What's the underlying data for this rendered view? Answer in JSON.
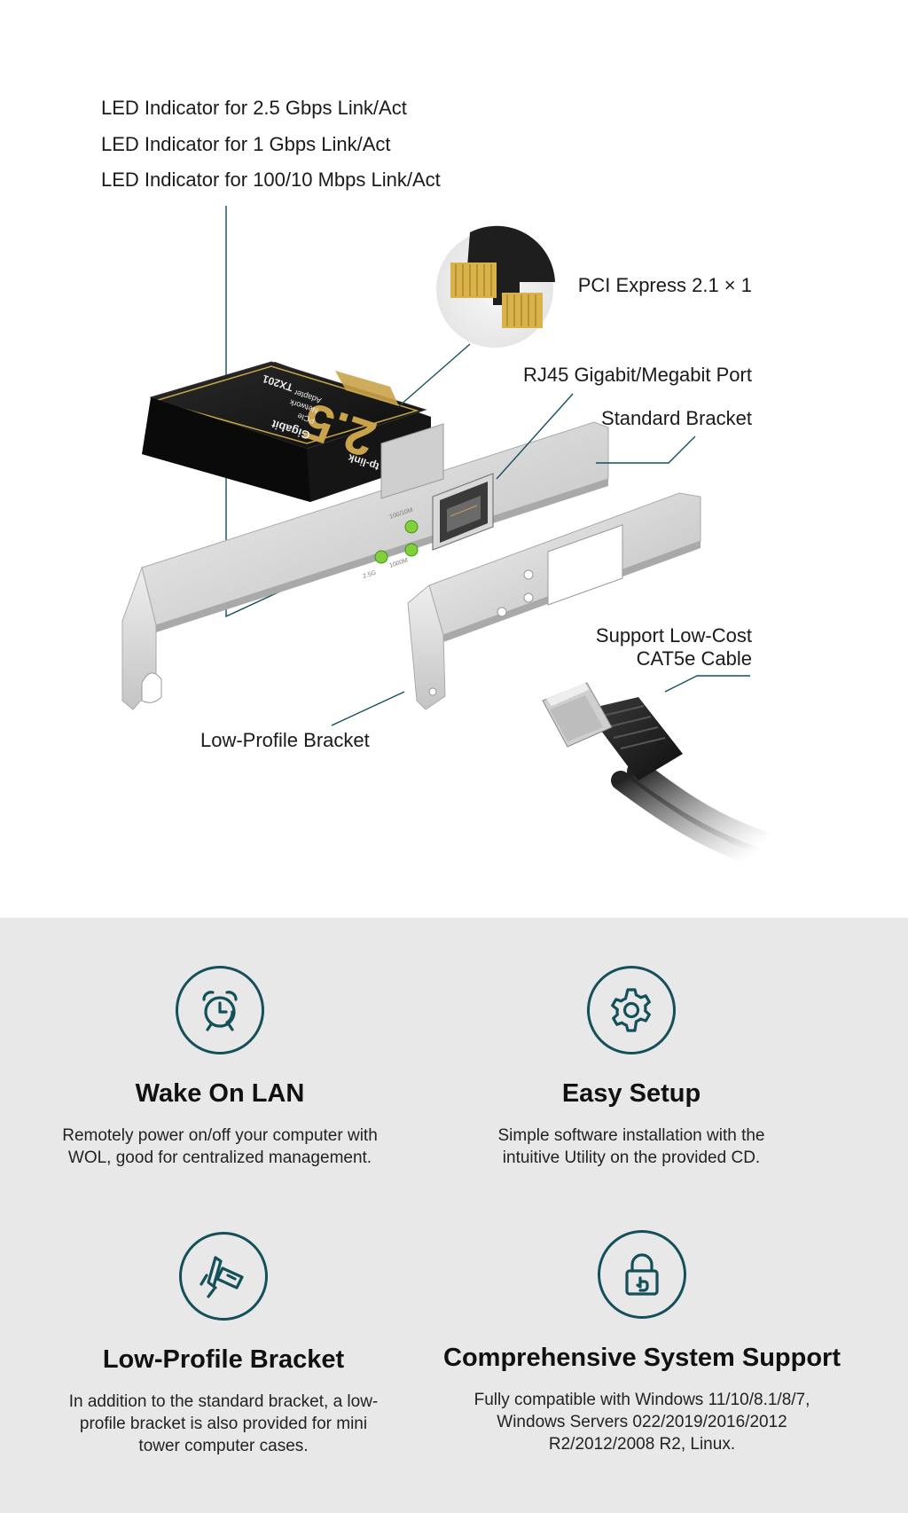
{
  "hero": {
    "callouts": {
      "led_25": "LED Indicator for 2.5 Gbps Link/Act",
      "led_1": "LED Indicator for 1 Gbps Link/Act",
      "led_100": "LED Indicator for 100/10 Mbps Link/Act",
      "pcie": "PCI Express 2.1 × 1",
      "rj45": "RJ45 Gigabit/Megabit Port",
      "standard_bracket": "Standard Bracket",
      "support_line1": "Support Low-Cost",
      "support_line2": "CAT5e Cable",
      "low_profile": "Low-Profile Bracket"
    },
    "card_print": {
      "brand": "tp-link",
      "big": "2.5",
      "line1": "Gigabit",
      "line2": "PCIe",
      "line3": "Network",
      "line4": "Adapter",
      "model": "TX201"
    },
    "colors": {
      "accent": "#14505a",
      "led": "#7fd13a",
      "gold": "#c9a34a"
    }
  },
  "features": [
    {
      "icon": "alarm-clock-icon",
      "title": "Wake On LAN",
      "desc": "Remotely power on/off your computer with WOL, good for centralized management."
    },
    {
      "icon": "gear-icon",
      "title": "Easy Setup",
      "desc": "Simple software installation with the intuitive Utility on the provided CD."
    },
    {
      "icon": "bracket-icon",
      "title": "Low-Profile Bracket",
      "desc": "In addition to the standard bracket, a low-profile bracket is also provided for mini tower computer cases."
    },
    {
      "icon": "lock-icon",
      "title": "Comprehensive System Support",
      "desc": "Fully compatible with Windows 11/10/8.1/8/7, Windows Servers 022/2019/2016/2012 R2/2012/2008 R2, Linux."
    }
  ]
}
